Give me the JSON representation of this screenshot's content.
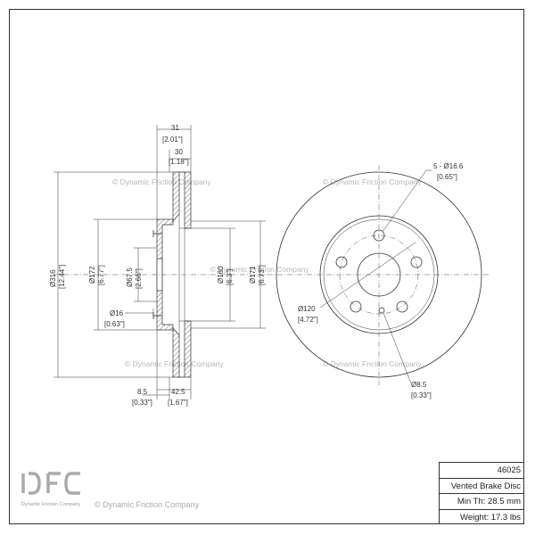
{
  "drawing": {
    "side_view": {
      "thickness_total": "31",
      "thickness_total_in": "[2.01\"]",
      "thickness_disc": "30",
      "thickness_disc_in": "[1.18\"]",
      "outer_dia": "Ø316",
      "outer_dia_in": "[12.44\"]",
      "hub_dia": "Ø172",
      "hub_dia_in": "[6.77\"]",
      "bore_dia": "Ø67.5",
      "bore_dia_in": "[2.66\"]",
      "inner_dia": "Ø160",
      "inner_dia_in": "[6.3\"]",
      "inner_dia2": "Ø171",
      "inner_dia2_in": "[6.73\"]",
      "hole_dia": "Ø16",
      "hole_dia_in": "[0.63\"]",
      "offset_small": "8.5",
      "offset_small_in": "[0.33\"]",
      "offset_large": "42.5",
      "offset_large_in": "[1.67\"]"
    },
    "front_view": {
      "bolt_holes": "5 - Ø16.6",
      "bolt_holes_in": "[0.65\"]",
      "pcd": "Ø120",
      "pcd_in": "[4.72\"]",
      "small_hole": "Ø8.5",
      "small_hole_in": "[0.33\"]"
    },
    "watermark": "© Dynamic Friction Company"
  },
  "titleblock": {
    "part_number": "46025",
    "description": "Vented Brake Disc",
    "min_thickness": "Min Th: 28.5 mm",
    "weight": "Weight: 17.3 lbs"
  },
  "logo": {
    "caption": "Dynamic Friction Company"
  },
  "footer": {
    "watermark": "© Dynamic Friction Company"
  },
  "colors": {
    "line": "#333333",
    "watermark": "#b8b8b8"
  }
}
